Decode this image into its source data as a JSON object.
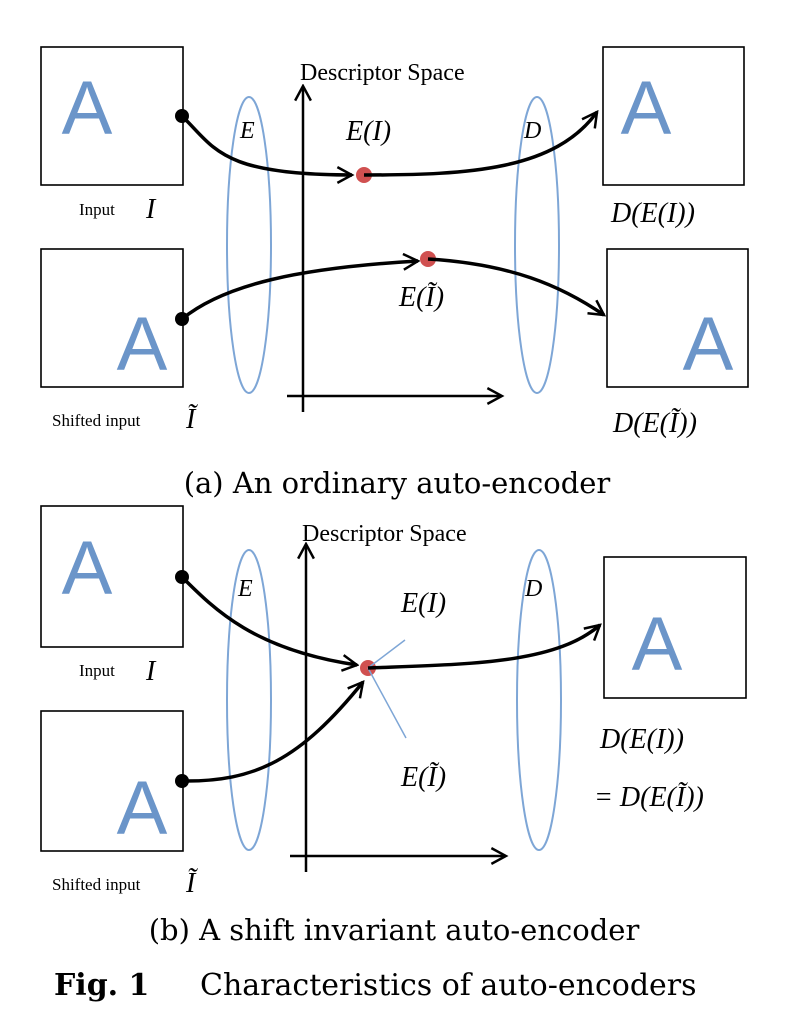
{
  "panel_a": {
    "axis_title": "Descriptor Space",
    "encoder_label": "E",
    "decoder_label": "D",
    "input_label": "Input",
    "input_symbol": "I",
    "shifted_label": "Shifted input",
    "shifted_symbol": "Ĩ",
    "code_label": "E(I)",
    "code_shifted_label": "E(Ĩ)",
    "output_label": "D(E(I))",
    "output_shifted_label": "D(E(Ĩ))",
    "letter": "A",
    "caption": "(a) An ordinary auto-encoder"
  },
  "panel_b": {
    "axis_title": "Descriptor Space",
    "encoder_label": "E",
    "decoder_label": "D",
    "input_label": "Input",
    "input_symbol": "I",
    "shifted_label": "Shifted input",
    "shifted_symbol": "Ĩ",
    "code_label": "E(I)",
    "code_shifted_label": "E(Ĩ)",
    "output_label": "D(E(I))",
    "output_equal_label": "= D(E(Ĩ))",
    "letter": "A",
    "caption": "(b) A shift invariant auto-encoder"
  },
  "figure_caption": {
    "number": "Fig. 1",
    "text": "Characteristics of auto-encoders"
  },
  "colors": {
    "letter": "#6b95c9",
    "ellipse": "#7ea6d6",
    "point": "#d05050",
    "ink": "#000000"
  }
}
